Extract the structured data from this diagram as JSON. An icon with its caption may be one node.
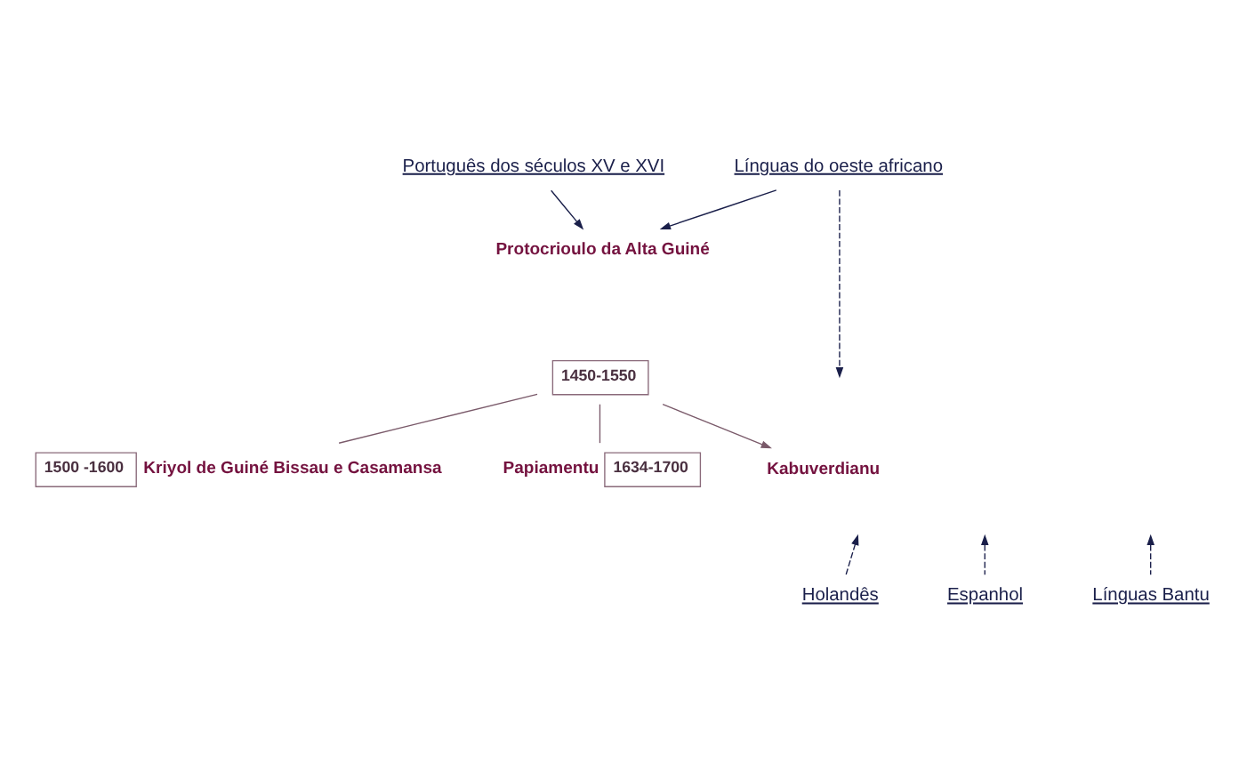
{
  "diagram": {
    "nodes": [
      {
        "text": [
          "Português dos séculos XV e XVI"
        ]
      },
      {
        "text": [
          "Línguas do oeste africano"
        ]
      },
      {
        "text": [
          "Protocrioulo da Alta Guiné"
        ]
      },
      {
        "text": [
          "1450-1550"
        ]
      },
      {
        "text": [
          "1500 -1600"
        ],
        "beside": [
          "Kriyol de Guiné Bissau e Casamansa"
        ]
      },
      {
        "text": [
          "1634-1700"
        ],
        "beside": [
          "Papiamentu"
        ]
      },
      {
        "text": [
          "Kabuverdianu"
        ]
      },
      {
        "text": [
          "Espanhol"
        ]
      },
      {
        "text": [
          "Holandês"
        ]
      },
      {
        "text": [
          "Línguas Bantu"
        ]
      }
    ],
    "edges": [
      {
        "from": 0,
        "to": 2,
        "arrow": "to"
      },
      {
        "from": 1,
        "to": 2,
        "arrow": "to"
      },
      {
        "from": 1,
        "to": null,
        "arrow": "to",
        "style": "dashed"
      },
      {
        "from": 3,
        "to": 4,
        "arrow": "none",
        "color": "#7a5a6a"
      },
      {
        "from": 3,
        "to": 5,
        "arrow": "none",
        "color": "#7a5a6a"
      },
      {
        "from": 3,
        "to": 6,
        "arrow": "to",
        "color": "#7a5a6a"
      },
      {
        "from": 7,
        "to": null,
        "arrow": "to",
        "style": "dashed"
      },
      {
        "from": 8,
        "to": null,
        "arrow": "to",
        "style": "dashed"
      },
      {
        "from": 9,
        "to": null,
        "arrow": "to",
        "style": "dashed"
      }
    ]
  }
}
